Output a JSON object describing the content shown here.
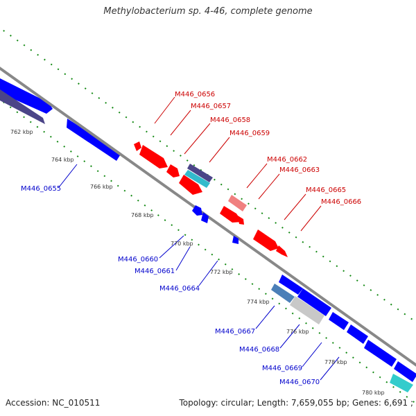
{
  "title": "Methylobacterium sp. 4-46, complete genome",
  "footer": {
    "accession": "Accession: NC_010511",
    "info": "Topology: circular; Length: 7,659,055 bp; Genes: 6,691 ;"
  },
  "colors": {
    "forward": "#ff0000",
    "reverse": "#0000ff",
    "dark_gene": "#4b4588",
    "light_red_gene": "#f08080",
    "cyan_gene": "#33bbcc",
    "grey_gene": "#c8c8c8",
    "backbone": "#888888",
    "dots": "#118811",
    "forward_label": "#cc0000",
    "reverse_label": "#0000cc"
  },
  "ticks": [
    {
      "label": "762 kbp"
    },
    {
      "label": "764 kbp"
    },
    {
      "label": "766 kbp"
    },
    {
      "label": "768 kbp"
    },
    {
      "label": "770 kbp"
    },
    {
      "label": "772 kbp"
    },
    {
      "label": "774 kbp"
    },
    {
      "label": "776 kbp"
    },
    {
      "label": "778 kbp"
    },
    {
      "label": "780 kbp"
    }
  ],
  "forward_labels": [
    "M446_0656",
    "M446_0657",
    "M446_0658",
    "M446_0659",
    "M446_0662",
    "M446_0663",
    "M446_0665",
    "M446_0666"
  ],
  "reverse_labels": [
    "M446_0655",
    "M446_0660",
    "M446_0661",
    "M446_0664",
    "M446_0667",
    "M446_0668",
    "M446_0669",
    "M446_0670"
  ]
}
